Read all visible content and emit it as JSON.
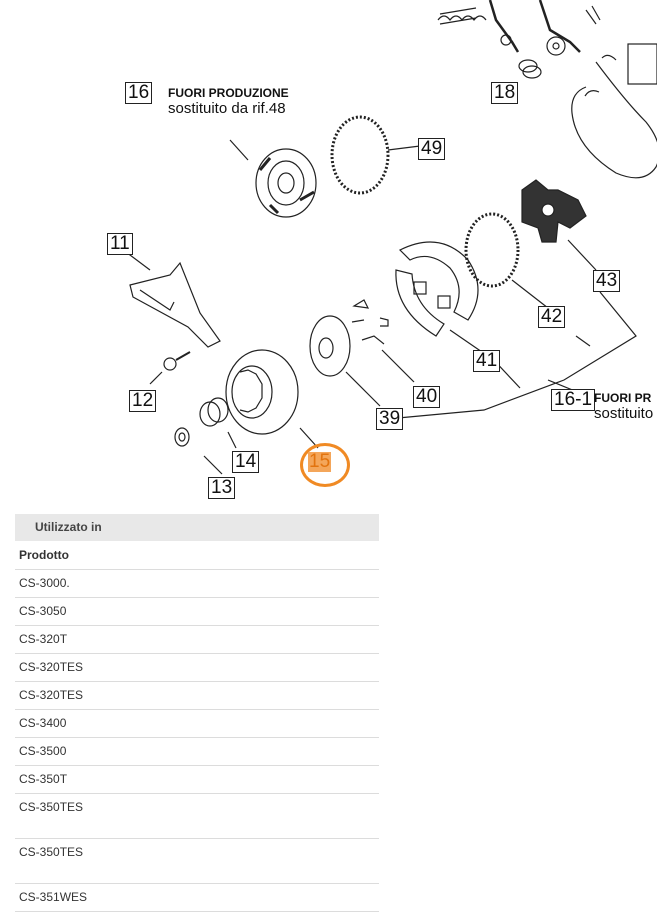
{
  "diagram": {
    "labels": [
      "16",
      "49",
      "18",
      "11",
      "43",
      "42",
      "41",
      "40",
      "39",
      "12",
      "14",
      "13",
      "16-1"
    ],
    "highlight_label": "15",
    "notes": {
      "n16_title": "FUORI PRODUZIONE",
      "n16_sub": "sostituito da rif.48",
      "n161_title": "FUORI PR",
      "n161_sub": "sostituito"
    },
    "highlight_color": "#f08a24"
  },
  "usage": {
    "section_title": "Utilizzato in",
    "column_header": "Prodotto",
    "rows": [
      "CS-3000.",
      "CS-3050",
      "CS-320T",
      "CS-320TES",
      "CS-320TES",
      "CS-3400",
      "CS-3500",
      "CS-350T",
      "CS-350TES",
      "CS-350TES",
      "CS-351WES"
    ]
  }
}
